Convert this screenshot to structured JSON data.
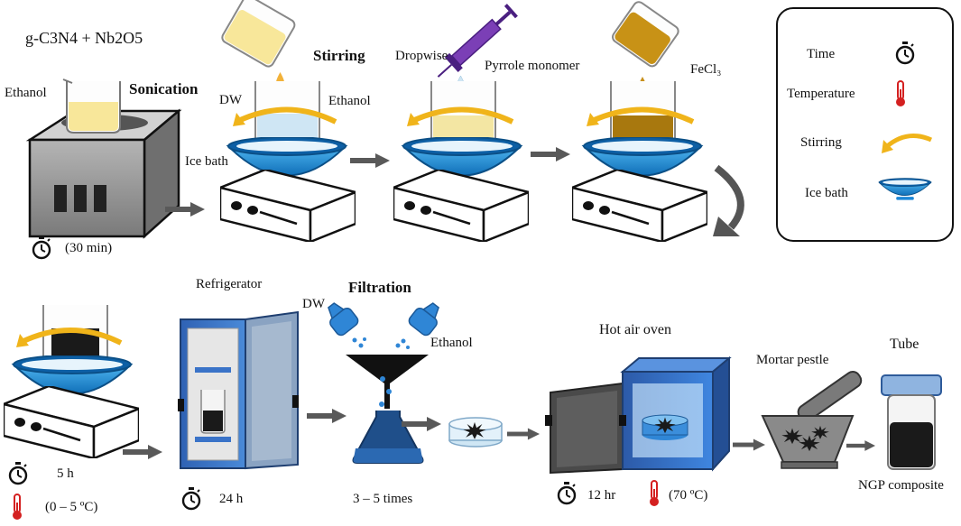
{
  "step1": {
    "reactants": "g-C3N4 + Nb2O5",
    "solvent": "Ethanol",
    "process": "Sonication",
    "duration": "(30 min)"
  },
  "step2": {
    "liquid_1": "DW",
    "liquid_2": "Ethanol",
    "process": "Stirring",
    "cooling": "Ice bath"
  },
  "step3": {
    "addition_mode": "Dropwise",
    "reagent": "Pyrrole monomer"
  },
  "step4": {
    "oxidant": "FeCl₃"
  },
  "legend": {
    "time": "Time",
    "temperature": "Temperature",
    "stirring": "Stirring",
    "ice_bath": "Ice bath"
  },
  "step5": {
    "duration": "5 h",
    "temperature": "(0 – 5 ºC)"
  },
  "step6": {
    "equipment": "Refrigerator",
    "duration": "24 h"
  },
  "step7": {
    "process": "Filtration",
    "wash_1": "DW",
    "wash_2": "Ethanol",
    "repeats": "3 – 5 times"
  },
  "step8": {
    "equipment": "Hot air oven",
    "duration": "12 hr",
    "temperature": "(70 ºC)"
  },
  "step9": {
    "equipment": "Mortar pestle"
  },
  "step10": {
    "container": "Tube",
    "product": "NGP composite"
  },
  "colors": {
    "ice_bowl": "#1e90d8",
    "stirrer_arrow": "#f0b41a",
    "beaker_liquid_sonication": "#f8e79a",
    "pyrrole_liquid": "#f3e6a3",
    "fecl3_liquid": "#a8780e",
    "black_product": "#1a1a1a",
    "refrigerator": "#3a73c8",
    "oven": "#2e6bc6",
    "thermometer": "#d42020",
    "filtration_flask": "#1f4f8a"
  }
}
